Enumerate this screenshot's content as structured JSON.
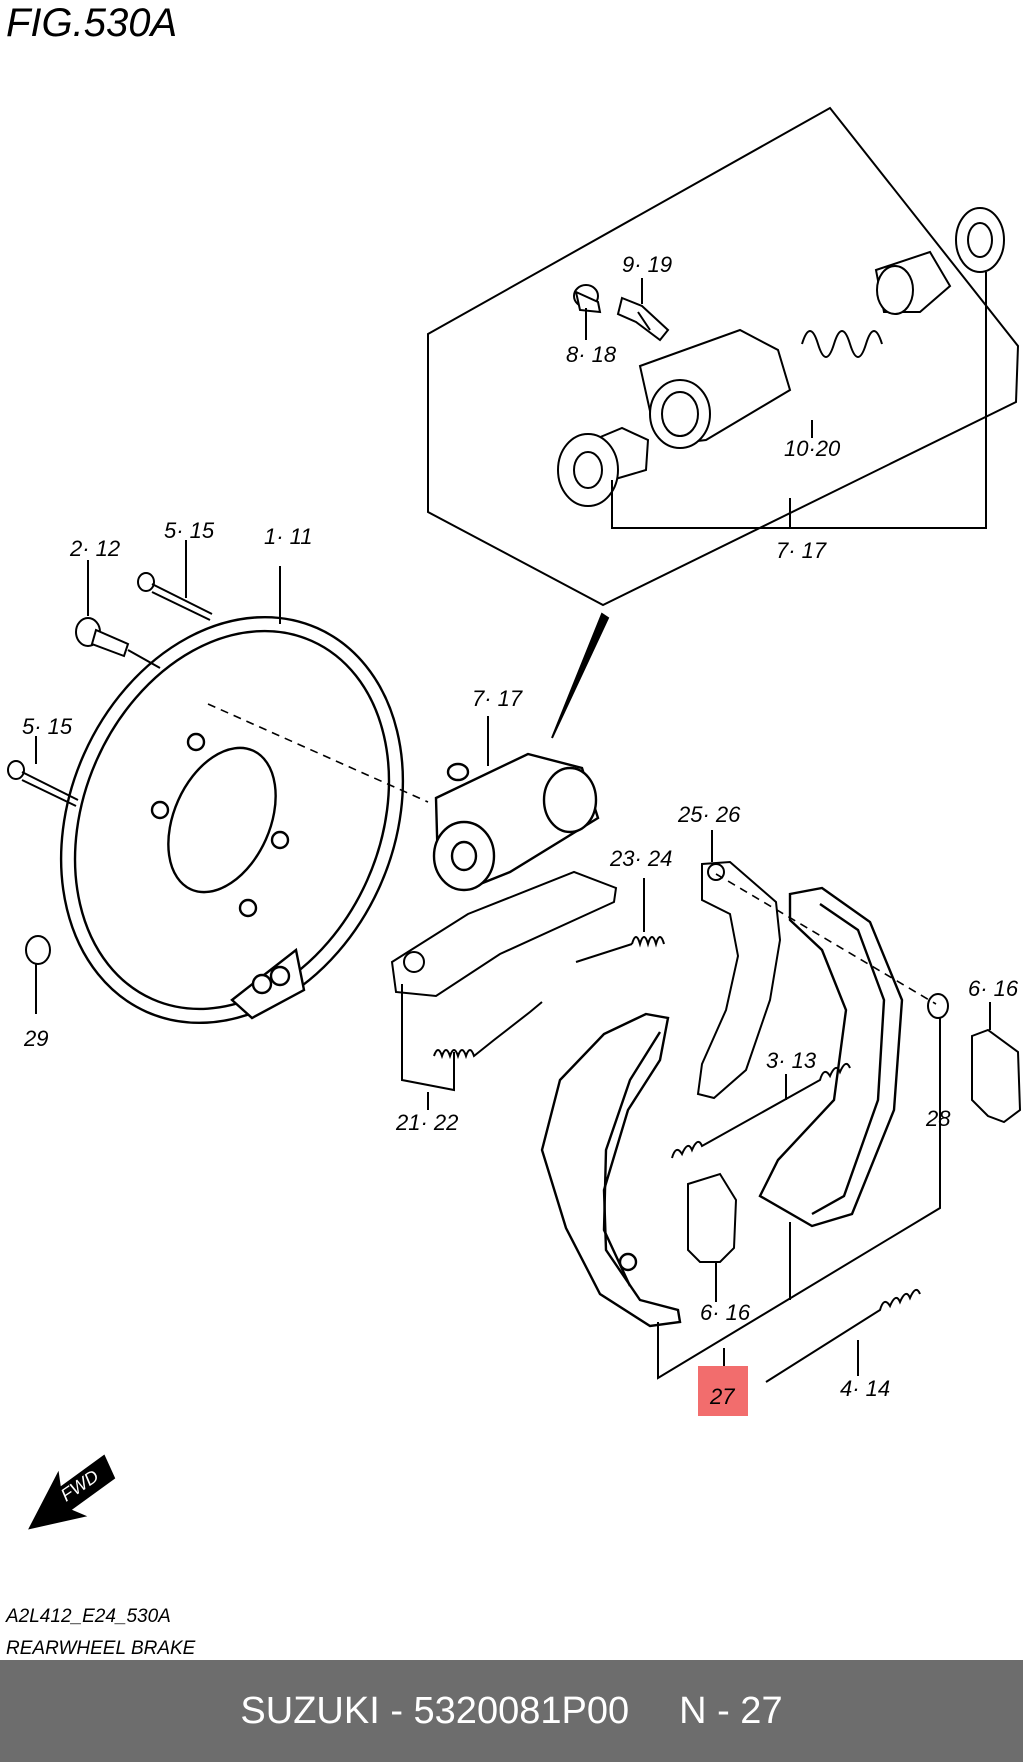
{
  "figure": {
    "title": "FIG.530A",
    "code": "A2L412_E24_530A",
    "subtitle": "REARWHEEL BRAKE",
    "fwd_label": "FWD"
  },
  "callouts": {
    "c_9_19": "9· 19",
    "c_8_18": "8· 18",
    "c_10_20": "10·20",
    "c_7_17_top": "7· 17",
    "c_2_12": "2· 12",
    "c_5_15_top": "5· 15",
    "c_1_11": "1· 11",
    "c_5_15_left": "5· 15",
    "c_29": "29",
    "c_7_17_mid": "7· 17",
    "c_25_26": "25· 26",
    "c_23_24": "23· 24",
    "c_6_16_right": "6· 16",
    "c_3_13": "3· 13",
    "c_28": "28",
    "c_21_22": "21· 22",
    "c_6_16_bottom": "6· 16",
    "c_27": "27",
    "c_4_14": "4· 14"
  },
  "highlight": {
    "part": "27",
    "color": "#f26d6d"
  },
  "footer": {
    "brand_part": "SUZUKI - 5320081P00",
    "ref": "N - 27",
    "background": "#6d6d6d"
  }
}
